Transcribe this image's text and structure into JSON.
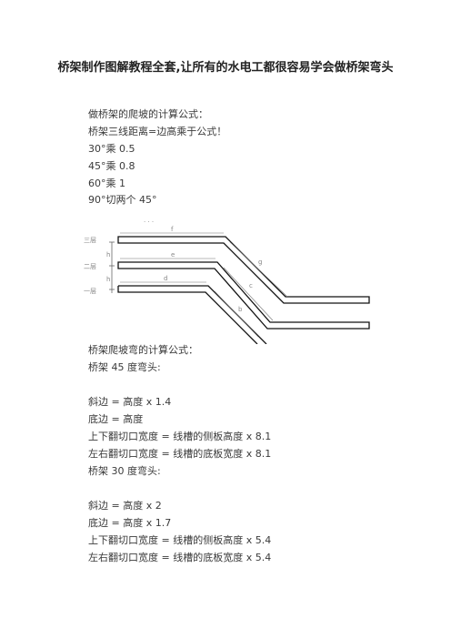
{
  "doc": {
    "title": "桥架制作图解教程全套,让所有的水电工都很容易学会做桥架弯头",
    "section1": {
      "heading": "做桥架的爬坡的计算公式：",
      "intro": "桥架三线距离=边高乘于公式！",
      "rules": [
        "30°乘 0.5",
        "45°乘 0.8",
        "60°乘 1",
        "90°切两个 45°"
      ]
    },
    "diagram": {
      "dots": "· · ·",
      "layers": [
        "三层",
        "二层",
        "一层"
      ],
      "labels": {
        "f": "f",
        "e": "e",
        "d": "d",
        "h1": "h",
        "h2": "h",
        "g": "g",
        "c": "c",
        "b": "b"
      }
    },
    "section2": {
      "heading": "桥架爬坡弯的计算公式：",
      "elbow45": {
        "title": "桥架 45 度弯头:",
        "lines": [
          "斜边 = 高度 x 1.4",
          "底边 = 高度",
          "上下翻切口宽度 = 线槽的侧板高度 x 8.1",
          "左右翻切口宽度 = 线槽的底板宽度 x 8.1"
        ]
      },
      "elbow30": {
        "title": "桥架 30 度弯头:",
        "lines": [
          "斜边 = 高度 x 2",
          "底边 = 高度 x 1.7",
          "上下翻切口宽度 = 线槽的侧板高度 x 5.4",
          "左右翻切口宽度 = 线槽的底板宽度 x 5.4"
        ]
      }
    }
  }
}
